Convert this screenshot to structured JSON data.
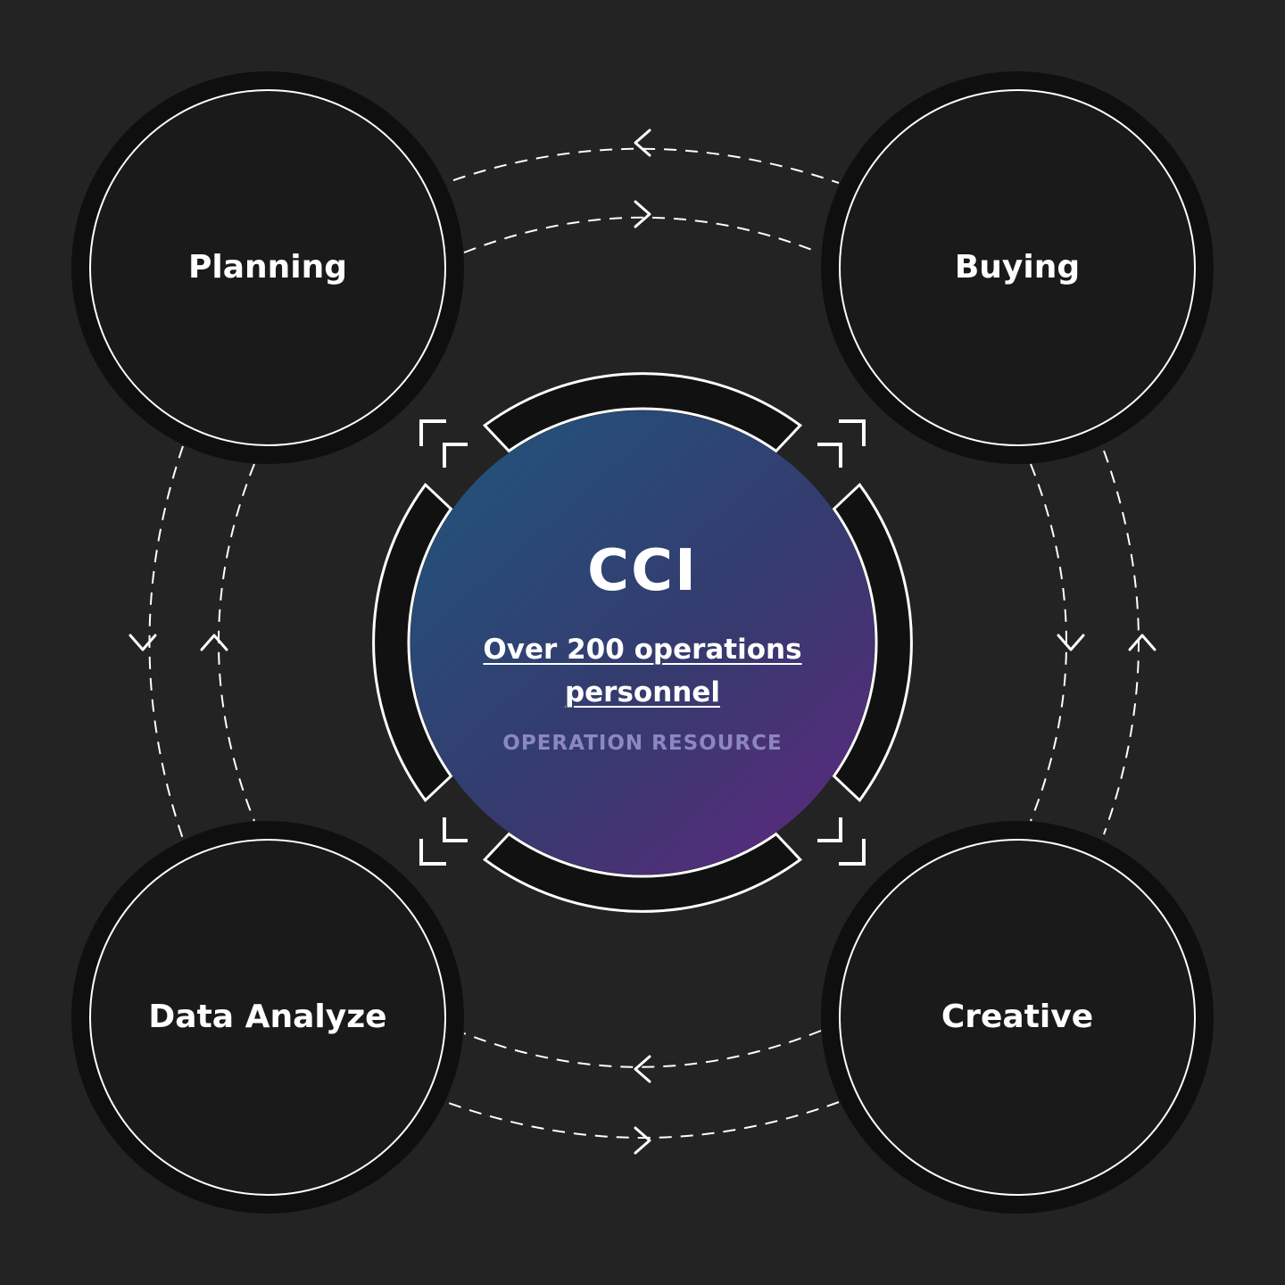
{
  "diagram": {
    "nodes": {
      "planning": "Planning",
      "buying": "Buying",
      "data_analyze": "Data Analyze",
      "creative": "Creative"
    },
    "center": {
      "title": "CCI",
      "link_line1": "Over 200 operations",
      "link_line2": "personnel",
      "caption": "OPERATION RESOURCE"
    }
  },
  "colors": {
    "background": "#232323",
    "node_fill": "#1a1a1a",
    "node_ring": "#0f0f0f",
    "line": "#ffffff",
    "caption": "#8c86c2",
    "gradient_start": "#24507a",
    "gradient_end": "#5a2a7e"
  }
}
